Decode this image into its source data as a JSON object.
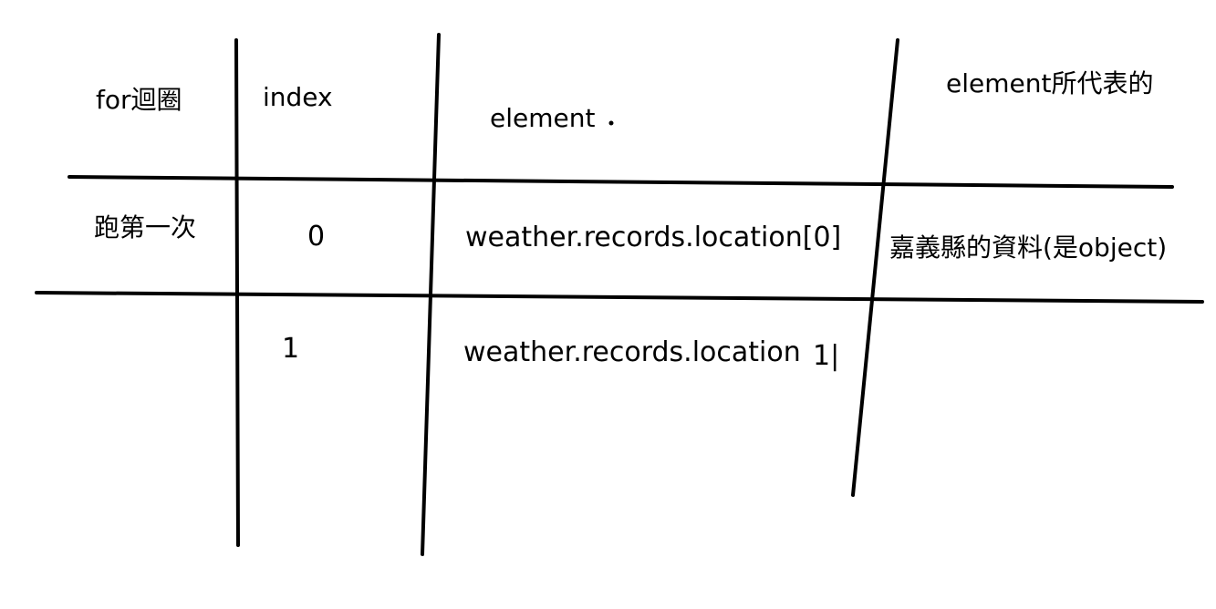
{
  "table": {
    "headers": {
      "col1": "for迴圈",
      "col2": "index",
      "col3": "element",
      "col4": "element所代表的"
    },
    "rows": [
      {
        "iteration": "跑第一次",
        "index": "0",
        "element": "weather.records.location[0]",
        "meaning": "嘉義縣的資料(是object)"
      },
      {
        "iteration": "",
        "index": "1",
        "element": "weather.records.location",
        "element_suffix": "1|",
        "meaning": ""
      }
    ]
  },
  "ink_color": "#000000",
  "background_color": "#ffffff"
}
